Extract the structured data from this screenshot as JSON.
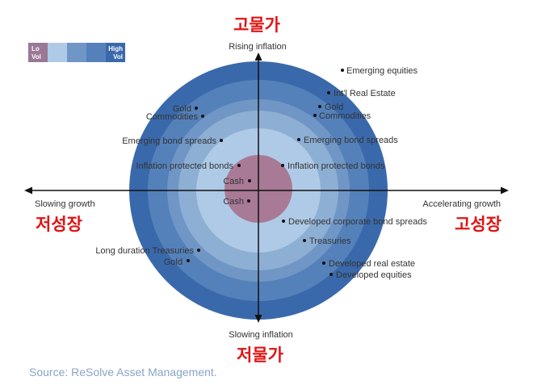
{
  "colors": {
    "ring1": "#3a69ab",
    "ring2": "#5581ba",
    "ring3": "#7096c6",
    "ring4": "#8eafd4",
    "ring5": "#afcae6",
    "center": "#a87a96",
    "legend_lo": "#9a7896",
    "axis": "#111111",
    "korean": "#e01414"
  },
  "legend": {
    "lo": "Lo\nVol",
    "high": "High\nVol",
    "lo_line1": "Lo",
    "lo_line2": "Vol",
    "high_line1": "High",
    "high_line2": "Vol"
  },
  "axes": {
    "top": "Rising inflation",
    "bottom": "Slowing inflation",
    "left": "Slowing growth",
    "right": "Accelerating growth"
  },
  "korean": {
    "top": "고물가",
    "bottom": "저물가",
    "left": "저성장",
    "right": "고성장"
  },
  "quadrants": {
    "top_right": [
      "Emerging equities",
      "Int'l Real Estate",
      "Gold",
      "Commodities",
      "Emerging bond spreads",
      "Inflation protected bonds"
    ],
    "top_left": [
      "Gold",
      "Commodities",
      "Emerging bond spreads",
      "Inflation protected bonds",
      "Cash"
    ],
    "bottom_left": [
      "Cash",
      "Long duration Treasuries",
      "Gold"
    ],
    "bottom_right": [
      "Developed corporate bond spreads",
      "Treasuries",
      "Developed real estate",
      "Developed equities"
    ]
  },
  "source": "Source: ReSolve Asset Management."
}
